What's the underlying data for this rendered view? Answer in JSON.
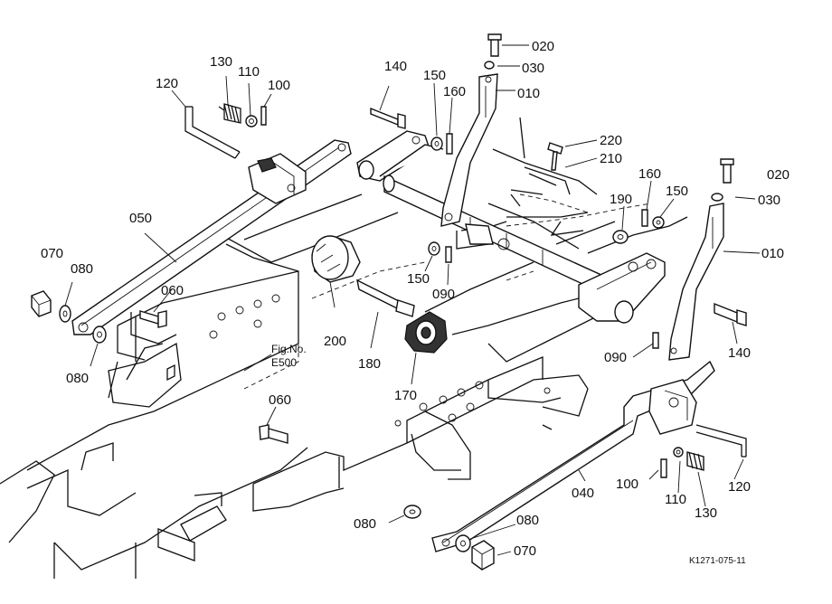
{
  "figure_number": "Fig.No.\nE500",
  "figure_number_line1": "Fig.No.",
  "figure_number_line2": "E500",
  "drawing_code": "K1271-075-11",
  "callouts": [
    {
      "id": "020a",
      "label": "020"
    },
    {
      "id": "030a",
      "label": "030"
    },
    {
      "id": "010a",
      "label": "010"
    },
    {
      "id": "140a",
      "label": "140"
    },
    {
      "id": "150a",
      "label": "150"
    },
    {
      "id": "160a",
      "label": "160"
    },
    {
      "id": "130a",
      "label": "130"
    },
    {
      "id": "110a",
      "label": "110"
    },
    {
      "id": "100a",
      "label": "100"
    },
    {
      "id": "120a",
      "label": "120"
    },
    {
      "id": "220",
      "label": "220"
    },
    {
      "id": "210",
      "label": "210"
    },
    {
      "id": "020b",
      "label": "020"
    },
    {
      "id": "030b",
      "label": "030"
    },
    {
      "id": "160b",
      "label": "160"
    },
    {
      "id": "150b",
      "label": "150"
    },
    {
      "id": "190",
      "label": "190"
    },
    {
      "id": "010b",
      "label": "010"
    },
    {
      "id": "050",
      "label": "050"
    },
    {
      "id": "070a",
      "label": "070"
    },
    {
      "id": "080a",
      "label": "080"
    },
    {
      "id": "060a",
      "label": "060"
    },
    {
      "id": "080b",
      "label": "080"
    },
    {
      "id": "150c",
      "label": "150"
    },
    {
      "id": "090a",
      "label": "090"
    },
    {
      "id": "200",
      "label": "200"
    },
    {
      "id": "180",
      "label": "180"
    },
    {
      "id": "170",
      "label": "170"
    },
    {
      "id": "140b",
      "label": "140"
    },
    {
      "id": "090b",
      "label": "090"
    },
    {
      "id": "060b",
      "label": "060"
    },
    {
      "id": "040",
      "label": "040"
    },
    {
      "id": "100b",
      "label": "100"
    },
    {
      "id": "110b",
      "label": "110"
    },
    {
      "id": "130b",
      "label": "130"
    },
    {
      "id": "120b",
      "label": "120"
    },
    {
      "id": "080c",
      "label": "080"
    },
    {
      "id": "080d",
      "label": "080"
    },
    {
      "id": "070b",
      "label": "070"
    }
  ]
}
